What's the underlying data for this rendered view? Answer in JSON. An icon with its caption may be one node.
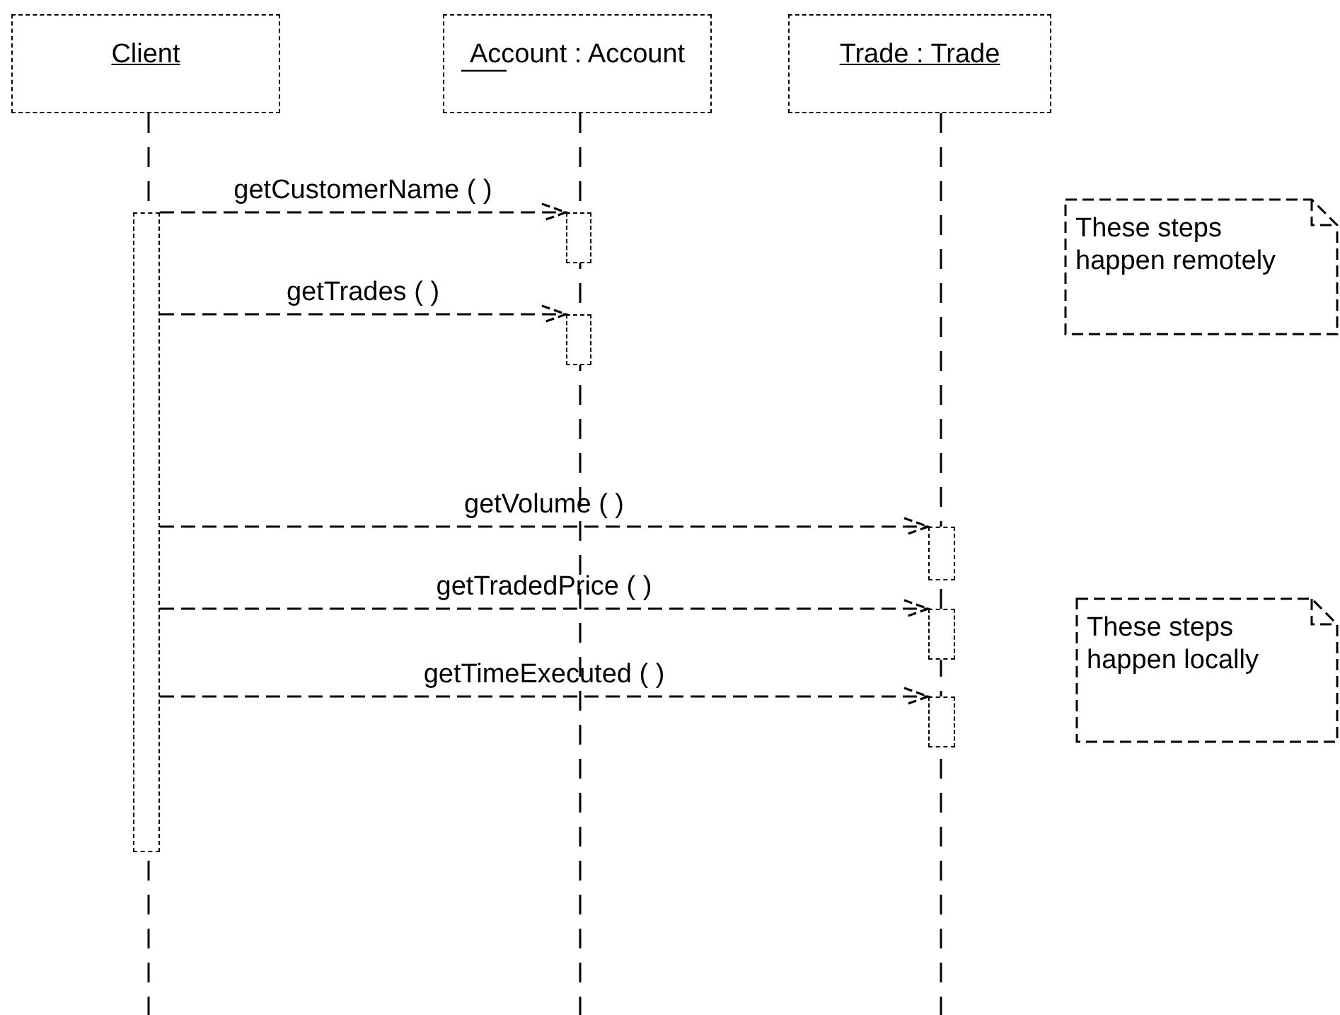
{
  "diagram": {
    "nodes": [
      {
        "text": [
          "Client"
        ]
      },
      {
        "text": [
          "Account : Account"
        ]
      },
      {
        "text": [
          "Trade : Trade"
        ]
      },
      {
        "text": [],
        "shape": "bar"
      },
      {
        "text": [],
        "shape": "bar"
      },
      {
        "text": [
          "These steps happen remotely"
        ]
      },
      {
        "text": [],
        "shape": "bar"
      },
      {
        "text": [],
        "shape": "bar"
      },
      {
        "text": [],
        "shape": "bar"
      },
      {
        "text": [],
        "shape": "bar"
      },
      {
        "text": [
          "These steps happen locally"
        ]
      }
    ],
    "edges": [
      {
        "from": 3,
        "to": 4,
        "arrow": "to",
        "label": "getCustomerName ( )",
        "style": "dashed"
      },
      {
        "from": 3,
        "to": 6,
        "arrow": "to",
        "label": "getTrades ( )",
        "style": "dashed"
      },
      {
        "from": 3,
        "to": 7,
        "arrow": "to",
        "label": "getVolume ( )",
        "style": "dashed"
      },
      {
        "from": 3,
        "to": 8,
        "arrow": "to",
        "label": "getTradedPrice ( )",
        "style": "dashed"
      },
      {
        "from": 3,
        "to": 9,
        "arrow": "to",
        "label": "getTimeExecuted ( )",
        "style": "dashed"
      }
    ]
  }
}
